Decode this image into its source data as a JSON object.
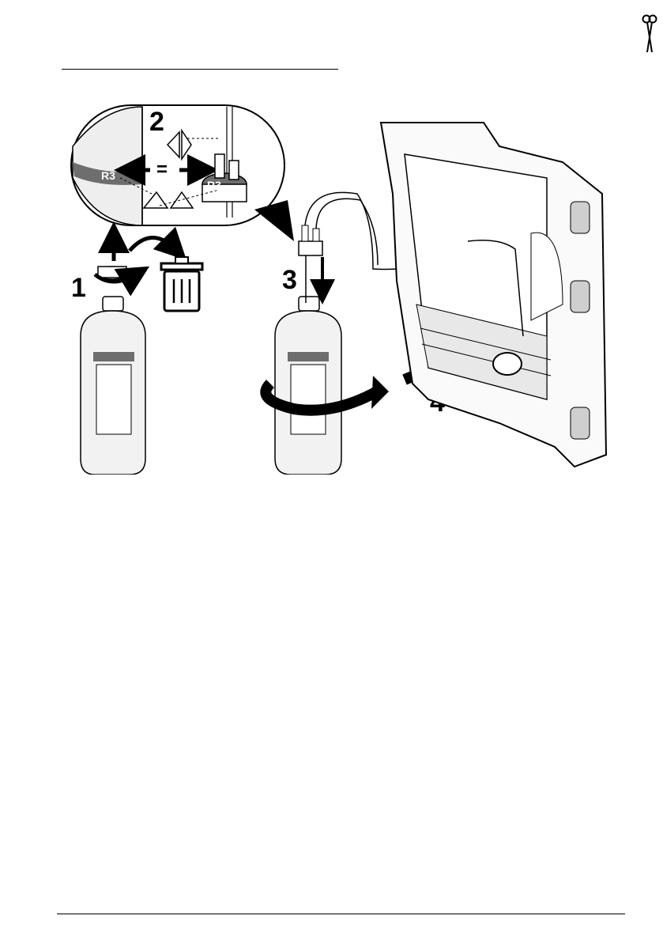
{
  "figure": {
    "steps": [
      "1",
      "2",
      "3",
      "4"
    ],
    "reagent_tag": "R3",
    "equals_symbol": "=",
    "colors": {
      "label_band": "#6e6e6e",
      "outline": "#000000",
      "body_fill": "#f2f2f2",
      "shadow_fill": "#cfcfcf"
    },
    "icons": [
      "scissors-icon",
      "cap-rotate-icon",
      "trash-bin-icon",
      "rotate-arrow-icon",
      "push-arrow-icon",
      "equals-arrows-icon"
    ]
  }
}
